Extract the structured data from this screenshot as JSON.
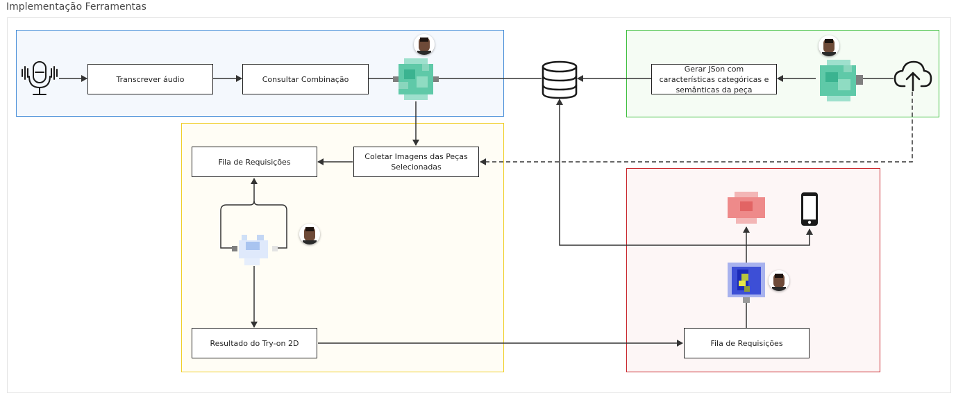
{
  "page": {
    "title": "Implementação Ferramentas"
  },
  "colors": {
    "blue_region": "#4a90d9",
    "green_region": "#3fbf3f",
    "yellow_region": "#f0cf2a",
    "red_region": "#c9262c",
    "node_border": "#222222",
    "connector": "#333333"
  },
  "nodes": {
    "transcrever": "Transcrever áudio",
    "consultar": "Consultar Combinação",
    "gerar_json": "Gerar JSon com características categóricas e semânticas da peça",
    "coletar": "Coletar Imagens das Peças Selecionadas",
    "fila_requisicoes_1": "Fila de Requisições",
    "resultado_tryon": "Resultado do Try-on 2D",
    "fila_requisicoes_2": "Fila de Requisições"
  },
  "icons": {
    "microphone": "microphone-icon",
    "database": "database-icon",
    "cloud_upload": "cloud-upload-icon",
    "smartphone": "smartphone-icon",
    "avatar": "user-avatar-icon",
    "green_logo": "pixelated-logo-green",
    "blue_logo": "pixelated-logo-light-blue",
    "red_logo": "pixelated-logo-red",
    "model_logo": "pixelated-logo-dark-blue"
  }
}
